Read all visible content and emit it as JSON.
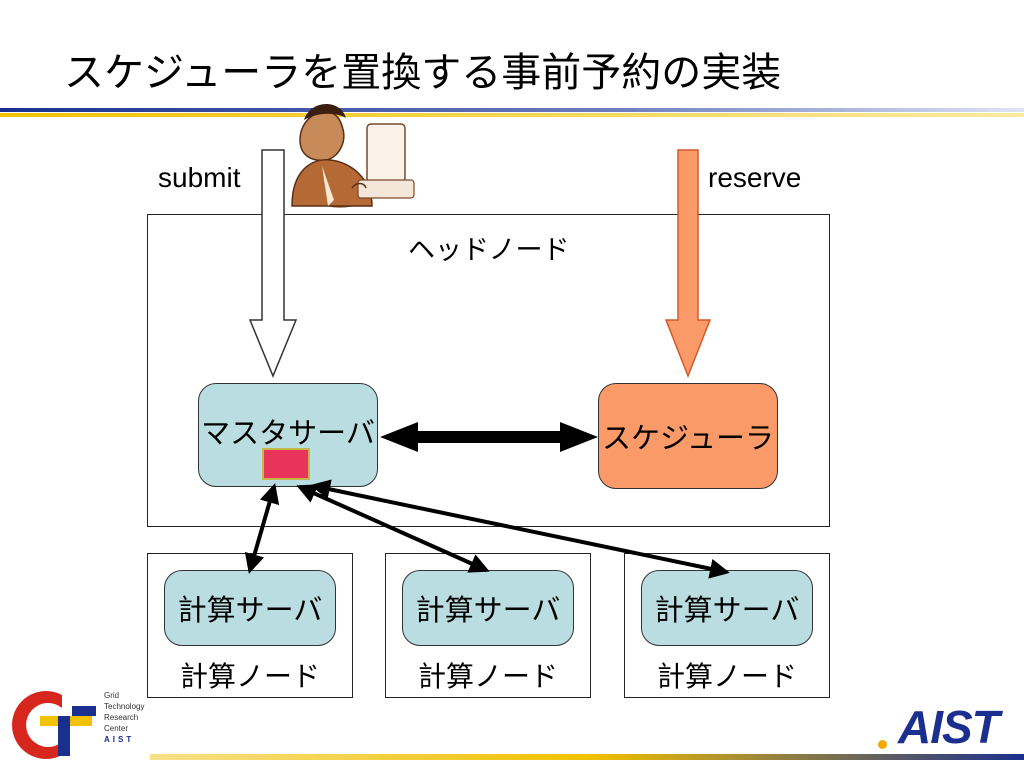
{
  "slide": {
    "title": "スケジューラを置換する事前予約の実装"
  },
  "labels": {
    "submit": "submit",
    "reserve": "reserve",
    "head_node": "ヘッドノード",
    "master_server": "マスタサーバ",
    "scheduler": "スケジューラ"
  },
  "compute_nodes": [
    {
      "server_label": "計算サーバ",
      "node_label": "計算ノード"
    },
    {
      "server_label": "計算サーバ",
      "node_label": "計算ノード"
    },
    {
      "server_label": "計算サーバ",
      "node_label": "計算ノード"
    }
  ],
  "logos": {
    "gtrc_lines": [
      "Grid",
      "Technology",
      "Research",
      "Center",
      "AIST"
    ],
    "aist": "AIST"
  },
  "colors": {
    "compute_box": "#b9dde1",
    "scheduler_box": "#f99a68",
    "reserve_arrow": "#f99a68",
    "master_marker": "#e8335b",
    "brand_blue": "#1b2f8e",
    "rule_yellow": "#f2c200"
  }
}
